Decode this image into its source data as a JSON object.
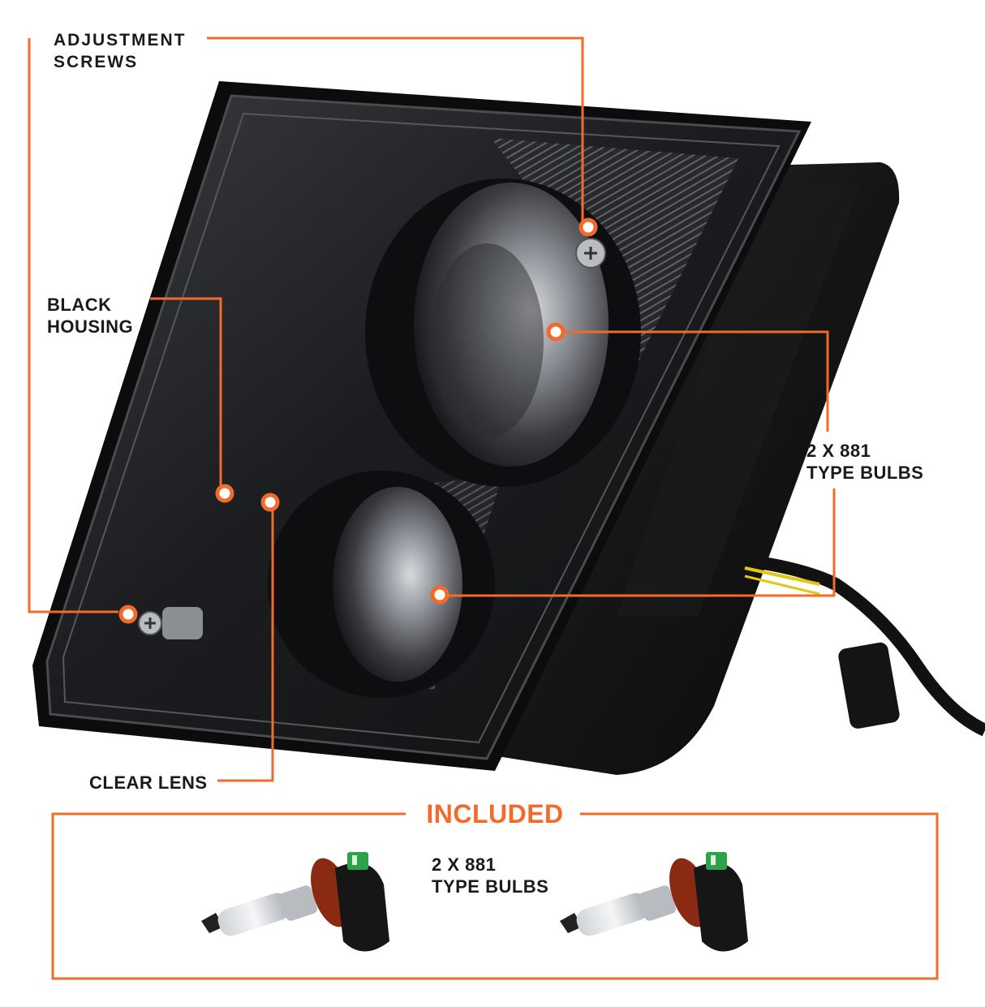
{
  "accent_color": "#f26b2a",
  "callouts": {
    "adjustment_screws": "ADJUSTMENT\nSCREWS",
    "black_housing": "BLACK\nHOUSING",
    "bulbs": "2 X 881\nTYPE BULBS",
    "clear_lens": "CLEAR LENS"
  },
  "included": {
    "title": "INCLUDED",
    "bulbs_label": "2 X 881\nTYPE BULBS"
  },
  "icons": [
    "headlight-assembly-image",
    "bulb-icon",
    "bulb-icon"
  ]
}
